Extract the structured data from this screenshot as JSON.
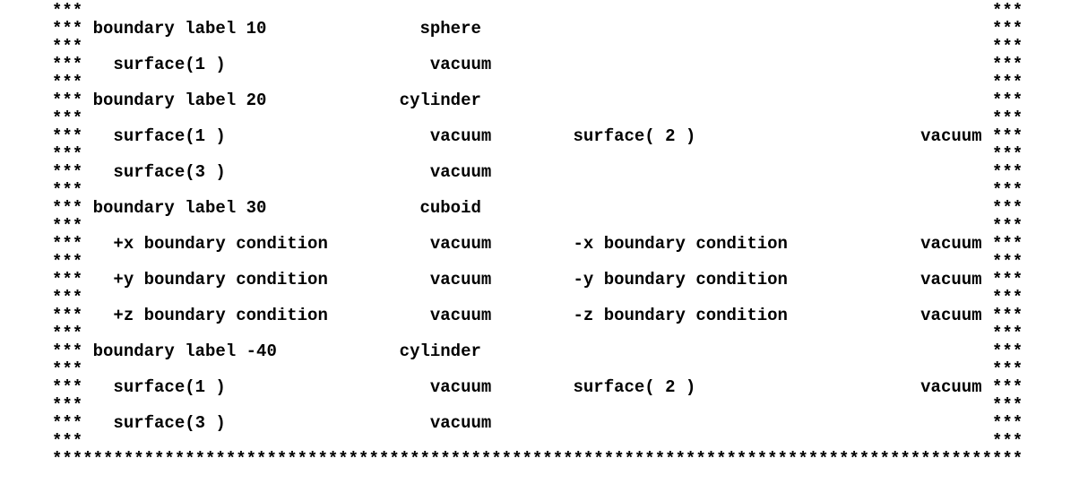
{
  "console": {
    "frame_marker": "***",
    "rule_char": "*",
    "text_color": "#000000",
    "background_color": "#ffffff",
    "rows": [
      {
        "type": "frame"
      },
      {
        "type": "boundary",
        "key": "boundary label 10",
        "value": "sphere"
      },
      {
        "type": "frame"
      },
      {
        "type": "pair",
        "key": "surface(1 )",
        "value": "vacuum"
      },
      {
        "type": "frame"
      },
      {
        "type": "boundary",
        "key": "boundary label 20",
        "value": "cylinder"
      },
      {
        "type": "frame"
      },
      {
        "type": "pair",
        "key": "surface(1 )",
        "value": "vacuum",
        "key2": "surface( 2 )",
        "value2": "vacuum"
      },
      {
        "type": "frame"
      },
      {
        "type": "pair",
        "key": "surface(3 )",
        "value": "vacuum"
      },
      {
        "type": "frame"
      },
      {
        "type": "boundary",
        "key": "boundary label 30",
        "value": "cuboid"
      },
      {
        "type": "frame"
      },
      {
        "type": "pair",
        "key": "+x boundary condition",
        "value": "vacuum",
        "key2": "-x boundary condition",
        "value2": "vacuum"
      },
      {
        "type": "frame"
      },
      {
        "type": "pair",
        "key": "+y boundary condition",
        "value": "vacuum",
        "key2": "-y boundary condition",
        "value2": "vacuum"
      },
      {
        "type": "frame"
      },
      {
        "type": "pair",
        "key": "+z boundary condition",
        "value": "vacuum",
        "key2": "-z boundary condition",
        "value2": "vacuum"
      },
      {
        "type": "frame"
      },
      {
        "type": "boundary",
        "key": "boundary label -40",
        "value": "cylinder"
      },
      {
        "type": "frame"
      },
      {
        "type": "pair",
        "key": "surface(1 )",
        "value": "vacuum",
        "key2": "surface( 2 )",
        "value2": "vacuum"
      },
      {
        "type": "frame"
      },
      {
        "type": "pair",
        "key": "surface(3 )",
        "value": "vacuum"
      },
      {
        "type": "frame"
      },
      {
        "type": "rule"
      }
    ]
  }
}
